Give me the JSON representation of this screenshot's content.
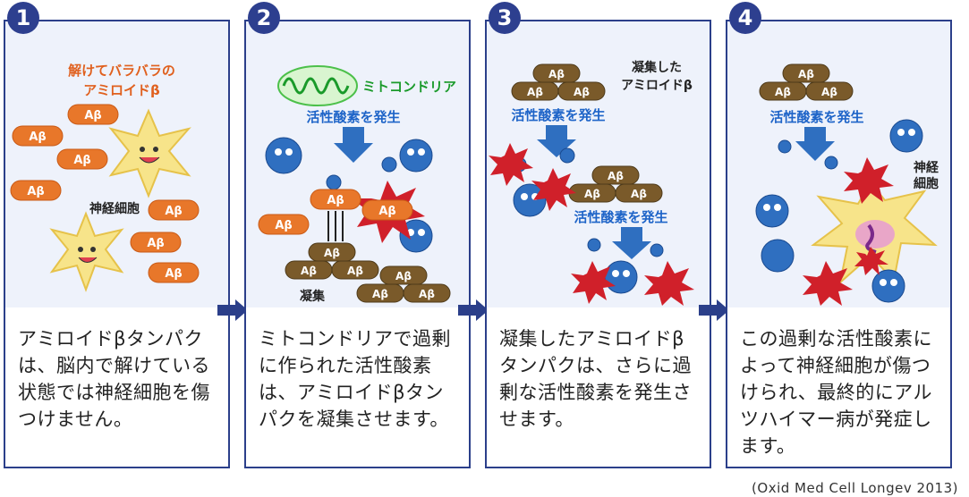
{
  "steps": [
    {
      "number": "1",
      "title": "解けてバラバラの\nアミロイドβ",
      "cell_label": "神経細胞",
      "caption": "アミロイドβタンパクは、脳内で解けている状態では神経細胞を傷つけません。"
    },
    {
      "number": "2",
      "mito_label": "ミトコンドリア",
      "ros_label": "活性酸素を発生",
      "agg_label": "凝集",
      "caption": "ミトコンドリアで過剰に作られた活性酸素は、アミロイドβタンパクを凝集させます。"
    },
    {
      "number": "3",
      "agg_title": "凝集した\nアミロイドβ",
      "ros_label_1": "活性酸素を発生",
      "ros_label_2": "活性酸素を発生",
      "caption": "凝集したアミロイドβタンパクは、さらに過剰な活性酸素を発生させます。"
    },
    {
      "number": "4",
      "ros_label": "活性酸素を発生",
      "cell_label": "神経\n細胞",
      "caption": "この過剰な活性酸素によって神経細胞が傷つけられ、最終的にアルツハイマー病が発症します。"
    }
  ],
  "abeta_label": "Aβ",
  "citation": "(Oxid Med Cell Longev 2013)",
  "colors": {
    "panel_border": "#2b3f8a",
    "number_bg": "#2d3f8f",
    "abeta_free": "#e8772a",
    "abeta_agg": "#7a5a2a",
    "ros_blue": "#2f6fc0",
    "ros_text": "#1e64c8",
    "title_orange": "#e0601e",
    "mito_green": "#1a9a2a",
    "star_red": "#d0202a"
  }
}
